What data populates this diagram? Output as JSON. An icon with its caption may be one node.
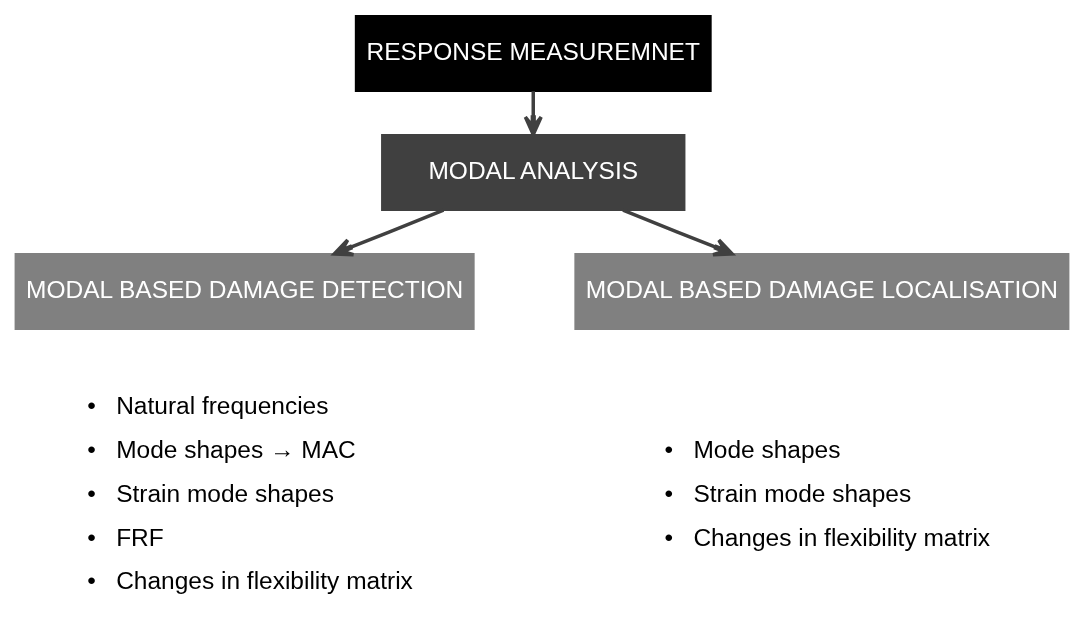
{
  "diagram": {
    "nodes": [
      {
        "text": [
          "RESPONSE MEASUREMNET"
        ]
      },
      {
        "text": [
          "MODAL ANALYSIS"
        ]
      },
      {
        "text": [
          "MODAL BASED DAMAGE DETECTION"
        ],
        "beside": [
          "•   Natural frequencies",
          "•   Mode shapes → MAC",
          "•   Strain mode shapes",
          "•   FRF",
          "•   Changes in flexibility matrix"
        ]
      },
      {
        "text": [
          "MODAL BASED DAMAGE LOCALISATION"
        ],
        "beside": [
          "•   Mode shapes",
          "•   Strain mode shapes",
          "•   Changes in flexibility matrix"
        ]
      }
    ],
    "edges": [
      {
        "from": 0,
        "to": 1,
        "arrow": "to"
      },
      {
        "from": 1,
        "to": 2,
        "arrow": "to"
      },
      {
        "from": 1,
        "to": 3,
        "arrow": "to"
      }
    ]
  }
}
